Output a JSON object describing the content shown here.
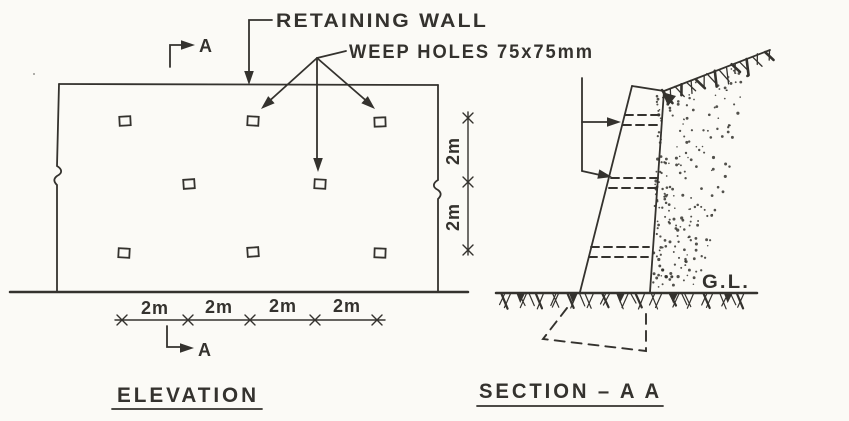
{
  "colors": {
    "ink": "#34322e",
    "paper": "#fbfaf6"
  },
  "annotations": {
    "retaining_wall_label": "RETAINING WALL",
    "weep_holes_label": "WEEP HOLES 75x75mm",
    "ground_level_label": "G.L.",
    "section_cut_letter": "A"
  },
  "elevation": {
    "title": "ELEVATION",
    "horizontal_dimensions": [
      "2m",
      "2m",
      "2m",
      "2m"
    ],
    "vertical_dimensions": [
      "2m",
      "2m"
    ],
    "weep_hole_count": 8
  },
  "section": {
    "title": "SECTION – A A"
  }
}
